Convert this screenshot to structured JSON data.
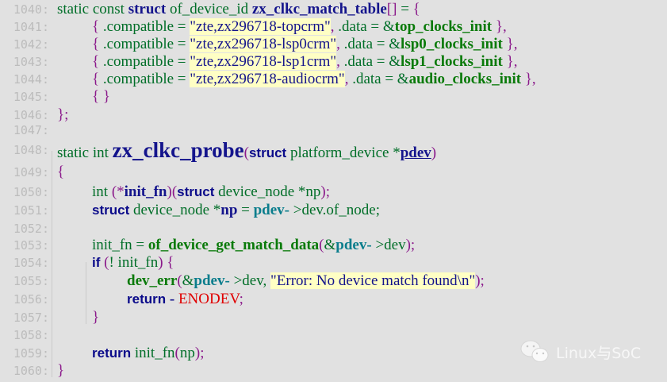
{
  "editor": {
    "lines": [
      {
        "num": "1040:",
        "indent": 0,
        "tokens": [
          {
            "t": "static const ",
            "c": "kw"
          },
          {
            "t": "struct",
            "c": "bold-b"
          },
          {
            "t": " of_device_id ",
            "c": "kw"
          },
          {
            "t": "zx_clkc_match_table",
            "c": "bold-b"
          },
          {
            "t": "[]",
            "c": "punc"
          },
          {
            "t": " = ",
            "c": "kw"
          },
          {
            "t": "{",
            "c": "punc"
          }
        ]
      },
      {
        "num": "1041:",
        "indent": 1,
        "tokens": [
          {
            "t": "{",
            "c": "punc"
          },
          {
            "t": " .compatible = ",
            "c": "kw"
          },
          {
            "t": "\"zte,zx296718-topcrm\"",
            "c": "str"
          },
          {
            "t": ", ",
            "c": "punc"
          },
          {
            "t": ".data = &",
            "c": "kw"
          },
          {
            "t": "top_clocks_init",
            "c": "bold-g"
          },
          {
            "t": " },",
            "c": "punc"
          }
        ]
      },
      {
        "num": "1042:",
        "indent": 1,
        "tokens": [
          {
            "t": "{",
            "c": "punc"
          },
          {
            "t": " .compatible = ",
            "c": "kw"
          },
          {
            "t": "\"zte,zx296718-lsp0crm\"",
            "c": "str"
          },
          {
            "t": ", ",
            "c": "punc"
          },
          {
            "t": ".data = &",
            "c": "kw"
          },
          {
            "t": "lsp0_clocks_init",
            "c": "bold-g"
          },
          {
            "t": " },",
            "c": "punc"
          }
        ]
      },
      {
        "num": "1043:",
        "indent": 1,
        "tokens": [
          {
            "t": "{",
            "c": "punc"
          },
          {
            "t": " .compatible = ",
            "c": "kw"
          },
          {
            "t": "\"zte,zx296718-lsp1crm\"",
            "c": "str"
          },
          {
            "t": ", ",
            "c": "punc"
          },
          {
            "t": ".data = &",
            "c": "kw"
          },
          {
            "t": "lsp1_clocks_init",
            "c": "bold-g"
          },
          {
            "t": " },",
            "c": "punc"
          }
        ]
      },
      {
        "num": "1044:",
        "indent": 1,
        "tokens": [
          {
            "t": "{",
            "c": "punc"
          },
          {
            "t": " .compatible = ",
            "c": "kw"
          },
          {
            "t": "\"zte,zx296718-audiocrm\"",
            "c": "str"
          },
          {
            "t": ", ",
            "c": "punc"
          },
          {
            "t": ".data = &",
            "c": "kw"
          },
          {
            "t": "audio_clocks_init",
            "c": "bold-g"
          },
          {
            "t": " },",
            "c": "punc"
          }
        ]
      },
      {
        "num": "1045:",
        "indent": 1,
        "tokens": [
          {
            "t": "{ }",
            "c": "punc"
          }
        ]
      },
      {
        "num": "1046:",
        "indent": 0,
        "tokens": [
          {
            "t": "};",
            "c": "punc"
          }
        ]
      },
      {
        "num": "1047:",
        "indent": 0,
        "tokens": []
      },
      {
        "num": "1048:",
        "indent": 0,
        "tokens": [
          {
            "t": "static int ",
            "c": "kw"
          },
          {
            "t": "zx_clkc_probe",
            "c": "big"
          },
          {
            "t": "(",
            "c": "punc"
          },
          {
            "t": "struct",
            "c": "kwb"
          },
          {
            "t": " platform_device *",
            "c": "kw"
          },
          {
            "t": "pdev",
            "c": "bold-b uline"
          },
          {
            "t": ")",
            "c": "punc"
          }
        ]
      },
      {
        "num": "1049:",
        "indent": 0,
        "tokens": [
          {
            "t": "{",
            "c": "punc"
          }
        ]
      },
      {
        "num": "1050:",
        "indent": 1,
        "tokens": [
          {
            "t": "int ",
            "c": "kw"
          },
          {
            "t": "(*",
            "c": "punc"
          },
          {
            "t": "init_fn",
            "c": "bold-b"
          },
          {
            "t": ")(",
            "c": "punc"
          },
          {
            "t": "struct",
            "c": "kwb"
          },
          {
            "t": " device_node *np",
            "c": "kw"
          },
          {
            "t": ");",
            "c": "punc"
          }
        ]
      },
      {
        "num": "1051:",
        "indent": 1,
        "tokens": [
          {
            "t": "struct",
            "c": "kwb"
          },
          {
            "t": " device_node *",
            "c": "kw"
          },
          {
            "t": "np",
            "c": "bold-b"
          },
          {
            "t": " = ",
            "c": "kw"
          },
          {
            "t": "pdev-",
            "c": "teal-b"
          },
          {
            "t": " >dev.of_node;",
            "c": "kw"
          }
        ]
      },
      {
        "num": "1052:",
        "indent": 0,
        "tokens": []
      },
      {
        "num": "1053:",
        "indent": 1,
        "tokens": [
          {
            "t": "init_fn = ",
            "c": "kw"
          },
          {
            "t": "of_device_get_match_data",
            "c": "bold-g"
          },
          {
            "t": "(",
            "c": "punc"
          },
          {
            "t": "&",
            "c": "kw"
          },
          {
            "t": "pdev-",
            "c": "teal-b"
          },
          {
            "t": " >dev",
            "c": "kw"
          },
          {
            "t": ");",
            "c": "punc"
          }
        ]
      },
      {
        "num": "1054:",
        "indent": 1,
        "tokens": [
          {
            "t": "if",
            "c": "kwb"
          },
          {
            "t": " (",
            "c": "punc"
          },
          {
            "t": "! init_fn",
            "c": "kw"
          },
          {
            "t": ") {",
            "c": "punc"
          }
        ]
      },
      {
        "num": "1055:",
        "indent": 2,
        "tokens": [
          {
            "t": "dev_err",
            "c": "bold-g"
          },
          {
            "t": "(",
            "c": "punc"
          },
          {
            "t": "&",
            "c": "kw"
          },
          {
            "t": "pdev-",
            "c": "teal-b"
          },
          {
            "t": " >dev, ",
            "c": "kw"
          },
          {
            "t": "\"Error: No device match found\\n\"",
            "c": "str"
          },
          {
            "t": ");",
            "c": "punc"
          }
        ]
      },
      {
        "num": "1056:",
        "indent": 2,
        "tokens": [
          {
            "t": "return",
            "c": "kwb"
          },
          {
            "t": " - ",
            "c": "bold-b"
          },
          {
            "t": "ENODEV",
            "c": "red"
          },
          {
            "t": ";",
            "c": "punc"
          }
        ]
      },
      {
        "num": "1057:",
        "indent": 1,
        "tokens": [
          {
            "t": "}",
            "c": "punc"
          }
        ]
      },
      {
        "num": "1058:",
        "indent": 0,
        "tokens": []
      },
      {
        "num": "1059:",
        "indent": 1,
        "tokens": [
          {
            "t": "return",
            "c": "kwb"
          },
          {
            "t": " init_fn",
            "c": "kw"
          },
          {
            "t": "(",
            "c": "punc"
          },
          {
            "t": "np",
            "c": "kw"
          },
          {
            "t": ");",
            "c": "punc"
          }
        ]
      },
      {
        "num": "1060:",
        "indent": 0,
        "tokens": [
          {
            "t": "}",
            "c": "punc"
          }
        ]
      }
    ],
    "line_tops": [
      1,
      23,
      45,
      67,
      89,
      111,
      134,
      153,
      178,
      206,
      231,
      254,
      277,
      298,
      320,
      343,
      366,
      389,
      411,
      434,
      456
    ]
  },
  "watermark": {
    "icon": "wechat-icon",
    "text": "Linux与SoC"
  },
  "colors": {
    "background": "#e1e1e1",
    "string_highlight": "#ffffc4",
    "line_number": "#bcbcbc",
    "keyword_green": "#006e28",
    "identifier_blue": "#14148c",
    "punctuation_purple": "#8b1a8b",
    "constant_red": "#e00000"
  }
}
